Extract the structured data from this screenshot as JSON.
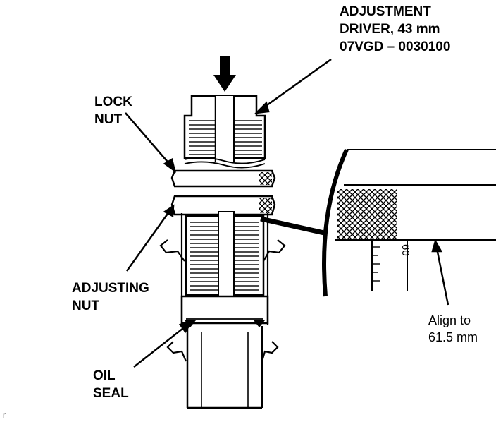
{
  "labels": {
    "adjustment_driver": [
      "ADJUSTMENT",
      "DRIVER, 43 mm",
      "07VGD – 0030100"
    ],
    "lock_nut": [
      "LOCK",
      "NUT"
    ],
    "adjusting_nut": [
      "ADJUSTING",
      "NUT"
    ],
    "oil_seal": [
      "OIL",
      "SEAL"
    ],
    "align_note": [
      "Align to",
      "61.5 mm"
    ]
  },
  "scale": {
    "mark": "60"
  },
  "colors": {
    "ink": "#000000",
    "paper": "#ffffff"
  }
}
